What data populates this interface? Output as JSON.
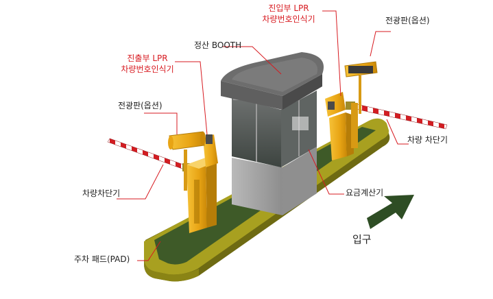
{
  "labels": {
    "entry_lpr_line1": "진입부 LPR",
    "entry_lpr_line2": "차량번호인식기",
    "exit_lpr_line1": "진출부 LPR",
    "exit_lpr_line2": "차량번호인식기",
    "booth": "정산 BOOTH",
    "display_board_right": "전광판(옵션)",
    "display_board_left": "전광판(옵션)",
    "barrier_right": "차량 차단기",
    "barrier_left": "차량차단기",
    "fee_calculator": "요금계산기",
    "parking_pad": "주차 패드(PAD)",
    "entrance": "입구"
  },
  "colors": {
    "highlight_text": "#d7191f",
    "label_text": "#222222",
    "leader_line": "#d7191f",
    "pad_base": "#a8a020",
    "pad_dark": "#6e6a12",
    "pad_top": "#3e5a28",
    "booth_body": "#a9a9a9",
    "booth_roof": "#5f5f5f",
    "equipment": "#f0a818",
    "barrier_red": "#d21d22",
    "arrow": "#2e4d24"
  }
}
